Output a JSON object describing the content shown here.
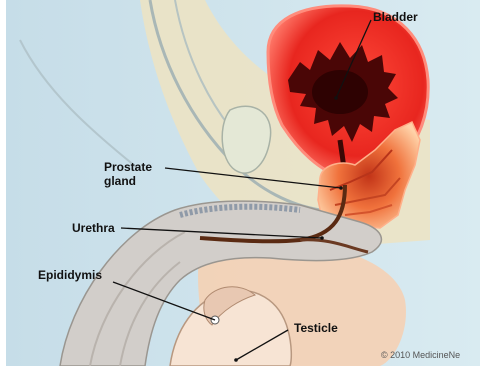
{
  "labels": {
    "bladder": "Bladder",
    "prostate_line1": "Prostate",
    "prostate_line2": "gland",
    "urethra": "Urethra",
    "epididymis": "Epididymis",
    "testicle": "Testicle"
  },
  "copyright": "© 2010 MedicineNe",
  "colors": {
    "background": "#cfe3ec",
    "bladder": "#ea2a24",
    "bladder_glow": "#ff6a5a",
    "bladder_lumen": "#4a0606",
    "prostate": "#f0723c",
    "urethra": "#5a2a12",
    "tissue": "#eadfbf",
    "skin": "#f3ccb0",
    "penis_tissue": "#d3cfc8"
  }
}
